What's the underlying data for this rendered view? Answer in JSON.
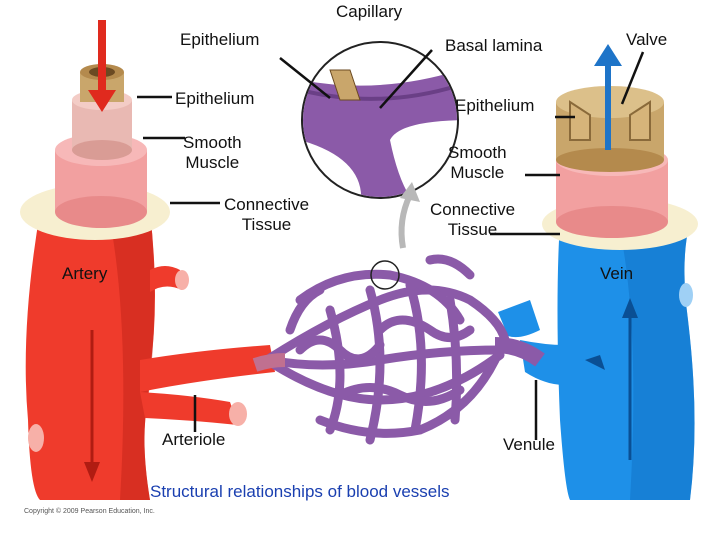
{
  "labels": {
    "capillary": "Capillary",
    "epithelium_top": "Epithelium",
    "basal_lamina": "Basal lamina",
    "valve": "Valve",
    "epithelium_artery": "Epithelium",
    "epithelium_vein": "Epithelium",
    "smooth_muscle_artery": "Smooth\nMuscle",
    "smooth_muscle_vein": "Smooth\nMuscle",
    "connective_tissue_artery": "Connective\nTissue",
    "connective_tissue_vein": "Connective\nTissue",
    "artery": "Artery",
    "vein": "Vein",
    "arteriole": "Arteriole",
    "venule": "Venule"
  },
  "caption": "Structural relationships of blood vessels",
  "copyright": "Copyright © 2009 Pearson Education, Inc.",
  "colors": {
    "artery": "#ef3b2c",
    "artery_dark": "#c8281c",
    "vein": "#1e90e8",
    "vein_dark": "#0f6fc4",
    "capillary": "#8b5aa8",
    "capillary_dark": "#6a3f86",
    "muscle": "#f2a0a0",
    "connective": "#f7efd0",
    "epithelium": "#c9a66b",
    "caption": "#1a3fb0"
  }
}
